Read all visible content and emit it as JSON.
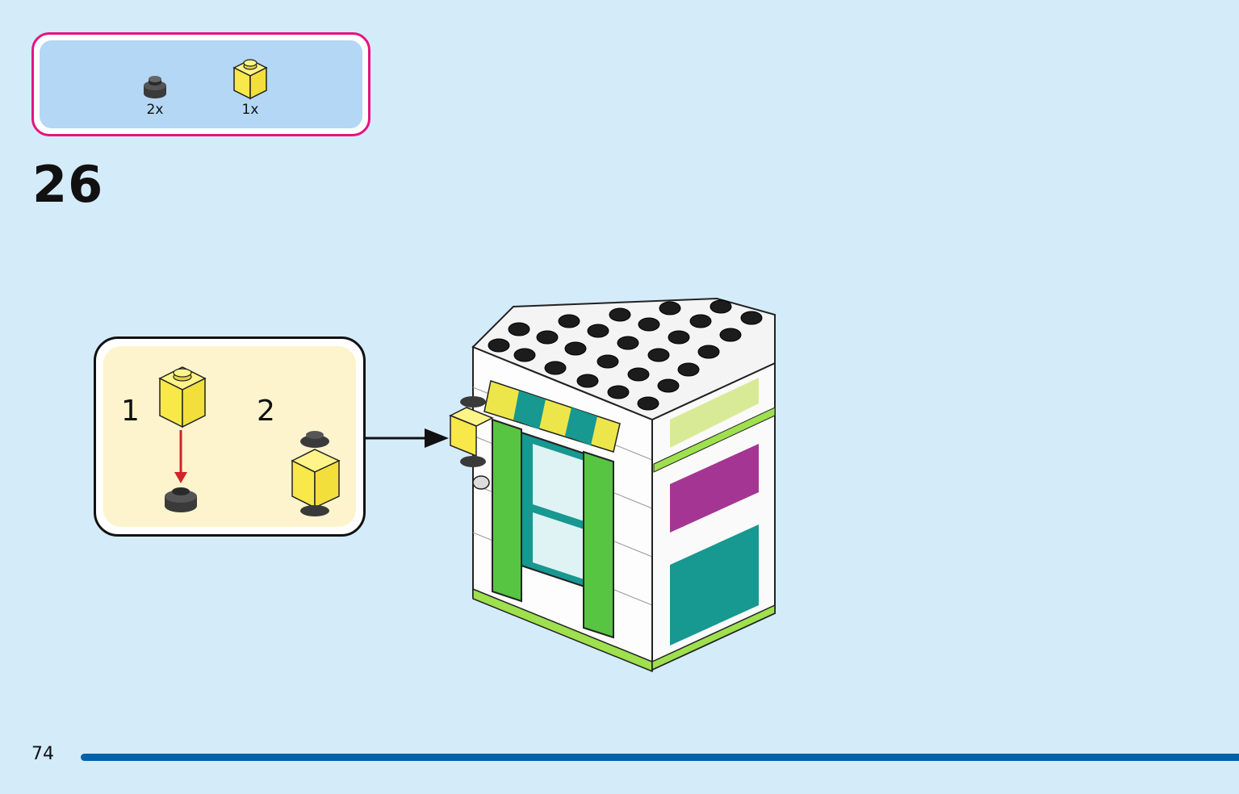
{
  "parts_list": {
    "items": [
      {
        "part": "round-plate-1x1-dark-grey",
        "quantity": "2x"
      },
      {
        "part": "brick-1x1-transparent-yellow",
        "quantity": "1x"
      }
    ],
    "border_color": "#e5137f",
    "background_color": "#b3d7f4"
  },
  "step": {
    "number": "26"
  },
  "callout": {
    "sub_steps": [
      {
        "label": "1"
      },
      {
        "label": "2"
      }
    ],
    "background_color": "#fdf4cd",
    "arrow_color": "#d2232a"
  },
  "page": {
    "number": "74",
    "bar_color": "#0061a8",
    "background_color": "#d4ebfa"
  }
}
